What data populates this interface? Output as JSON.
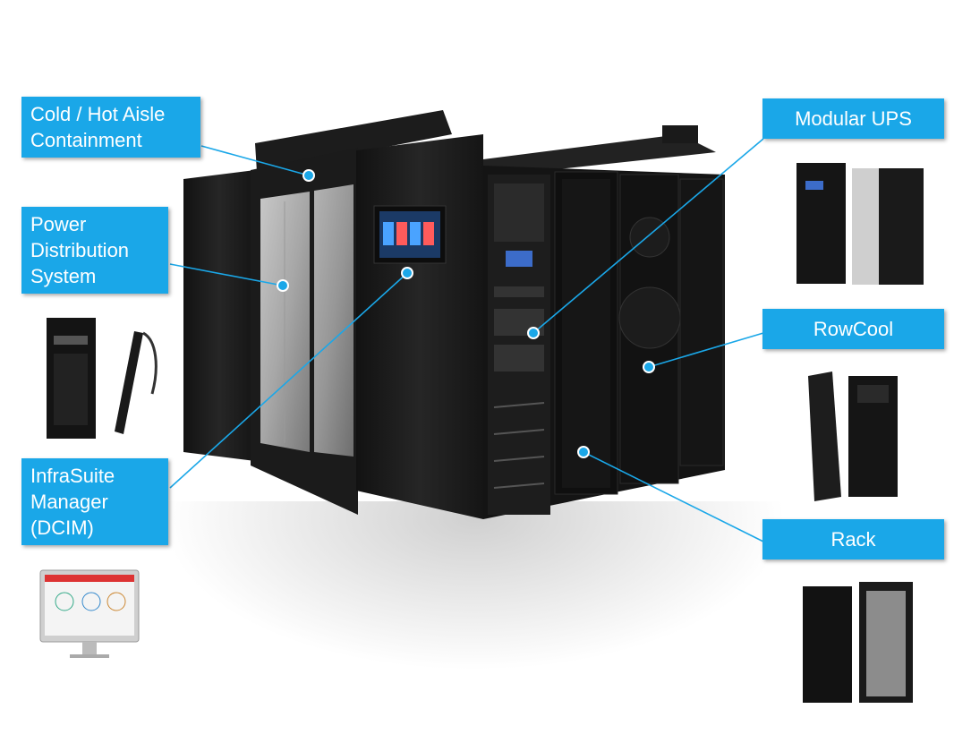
{
  "callouts": {
    "containment": {
      "lines": [
        "Cold / Hot Aisle",
        "Containment"
      ]
    },
    "pds": {
      "lines": [
        "Power",
        "Distribution",
        "System"
      ]
    },
    "dcim": {
      "lines": [
        "InfraSuite",
        "Manager",
        "(DCIM)"
      ]
    },
    "ups": {
      "lines": [
        "Modular UPS"
      ]
    },
    "rowcool": {
      "lines": [
        "RowCool"
      ]
    },
    "rack": {
      "lines": [
        "Rack"
      ]
    }
  },
  "colors": {
    "label_bg": "#1aa7e8",
    "label_text": "#ffffff",
    "cabinet": "#1a1a1a",
    "leader_line": "#1aa7e8"
  },
  "icons": [
    "pdu-cabinet-icon",
    "pdu-strip-icon",
    "monitor-dashboard-icon",
    "ups-cabinet-icon",
    "rowcool-unit-icon",
    "rack-cabinet-icon"
  ]
}
